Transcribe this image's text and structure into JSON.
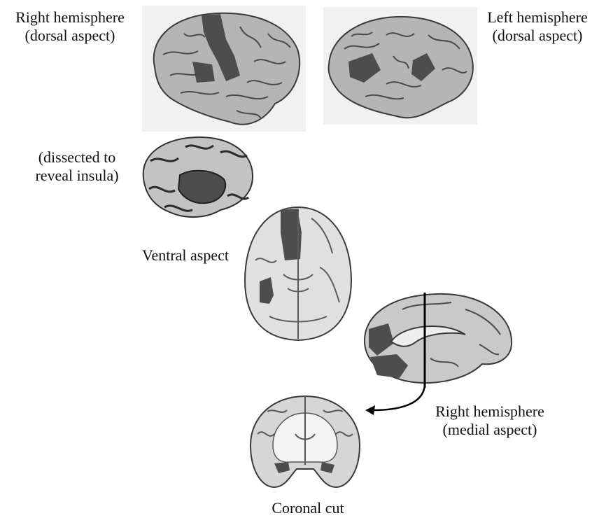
{
  "labels": {
    "right_dorsal": [
      "Right hemisphere",
      "(dorsal aspect)"
    ],
    "left_dorsal": [
      "Left hemisphere",
      "(dorsal aspect)"
    ],
    "insula": [
      "(dissected to",
      "reveal insula)"
    ],
    "ventral": "Ventral aspect",
    "medial": [
      "Right hemisphere",
      "(medial aspect)"
    ],
    "coronal": "Coronal cut"
  },
  "colors": {
    "background": "#ffffff",
    "brain_fill": "#b9b9b9",
    "brain_light": "#dcdcdc",
    "gyri_stroke": "#4a4a4a",
    "highlight_region": "#4d4d4d",
    "panel_bg": "#efefef"
  }
}
